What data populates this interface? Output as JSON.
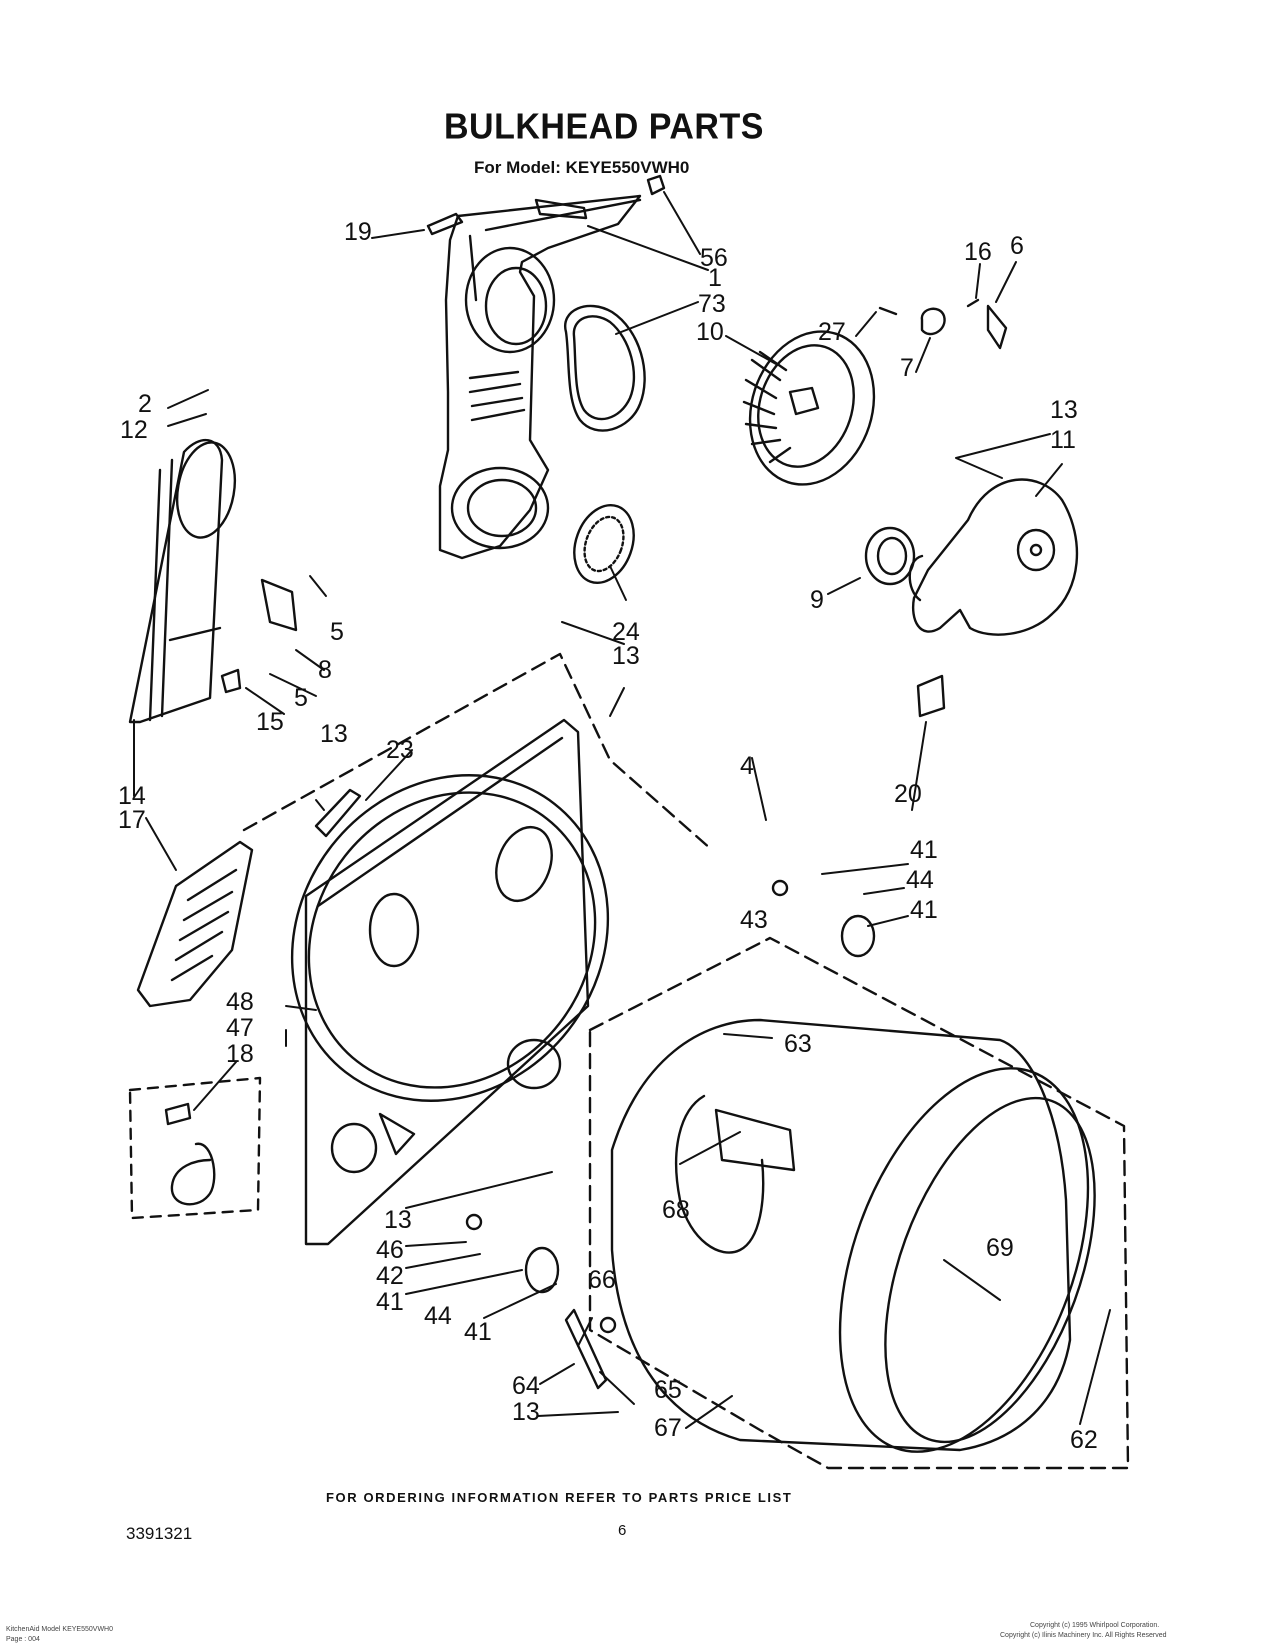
{
  "title": "BULKHEAD PARTS",
  "subtitle": "For Model: KEYE550VWH0",
  "footer_note": "FOR ORDERING INFORMATION REFER TO PARTS PRICE LIST",
  "doc_number": "3391321",
  "page_number": "6",
  "bottom_left_text": [
    "KitchenAid Model KEYE550VWH0",
    "Page : 004"
  ],
  "bottom_right_text": [
    "Copyright (c) 1995 Whirlpool Corporation.",
    "Copyright (c) Ilinis Machinery Inc. All Rights Reserved"
  ],
  "callouts": {
    "c19": "19",
    "c56": "56",
    "c1": "1",
    "c73": "73",
    "c10": "10",
    "c16": "16",
    "c6": "6",
    "c27": "27",
    "c7": "7",
    "c2": "2",
    "c12": "12",
    "c13a": "13",
    "c11": "11",
    "c5a": "5",
    "c8": "8",
    "c5b": "5",
    "c15": "15",
    "c24": "24",
    "c13b": "13",
    "c9": "9",
    "c20": "20",
    "c13c": "13",
    "c23": "23",
    "c14": "14",
    "c17": "17",
    "c4": "4",
    "c41a": "41",
    "c44a": "44",
    "c41b": "41",
    "c43": "43",
    "c48": "48",
    "c47": "47",
    "c18": "18",
    "c63": "63",
    "c68": "68",
    "c13d": "13",
    "c46": "46",
    "c42": "42",
    "c41c": "41",
    "c44b": "44",
    "c41d": "41",
    "c66": "66",
    "c69": "69",
    "c64": "64",
    "c13e": "13",
    "c65": "65",
    "c67": "67",
    "c62": "62"
  }
}
